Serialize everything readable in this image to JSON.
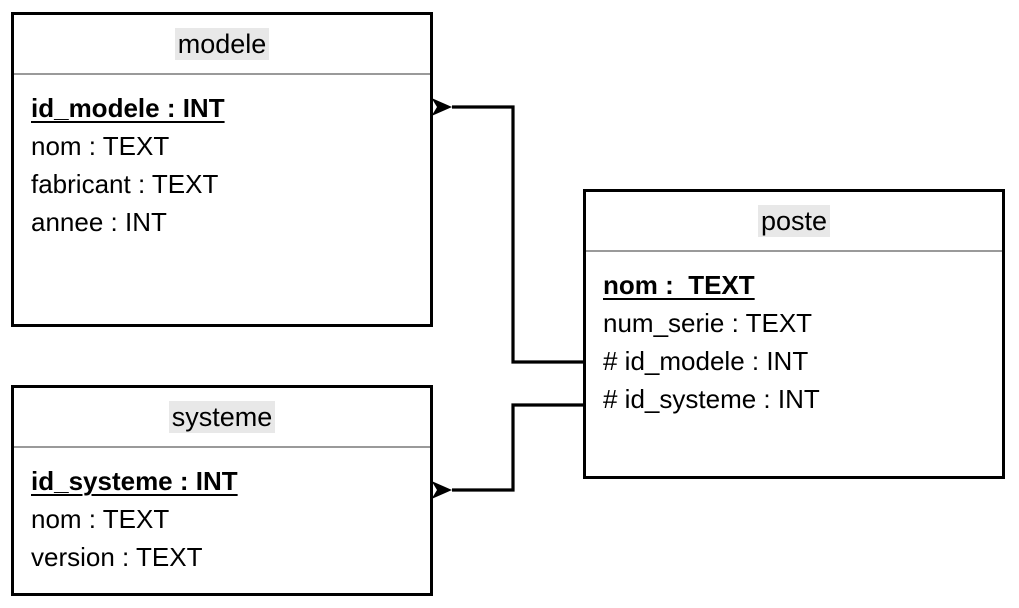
{
  "diagram": {
    "type": "entity-relationship-diagram",
    "title_highlight_color": "#e8e8e8",
    "border_color": "#000000",
    "divider_color": "#9a9a9a",
    "background_color": "#ffffff",
    "entities": [
      {
        "name": "modele",
        "attributes": [
          {
            "text": "id_modele : INT",
            "key": "primary"
          },
          {
            "text": "nom : TEXT",
            "key": "none"
          },
          {
            "text": "fabricant : TEXT",
            "key": "none"
          },
          {
            "text": "annee : INT",
            "key": "none"
          }
        ]
      },
      {
        "name": "poste",
        "attributes": [
          {
            "text": "nom :  TEXT",
            "key": "primary"
          },
          {
            "text": "num_serie : TEXT",
            "key": "none"
          },
          {
            "text": "# id_modele : INT",
            "key": "foreign"
          },
          {
            "text": "# id_systeme : INT",
            "key": "foreign"
          }
        ]
      },
      {
        "name": "systeme",
        "attributes": [
          {
            "text": "id_systeme : INT",
            "key": "primary"
          },
          {
            "text": "nom : TEXT",
            "key": "none"
          },
          {
            "text": "version : TEXT",
            "key": "none"
          }
        ]
      }
    ],
    "relationships": [
      {
        "from": "poste.id_modele",
        "to": "modele",
        "arrow": "solid-barbed"
      },
      {
        "from": "poste.id_systeme",
        "to": "systeme",
        "arrow": "solid-barbed"
      }
    ]
  }
}
